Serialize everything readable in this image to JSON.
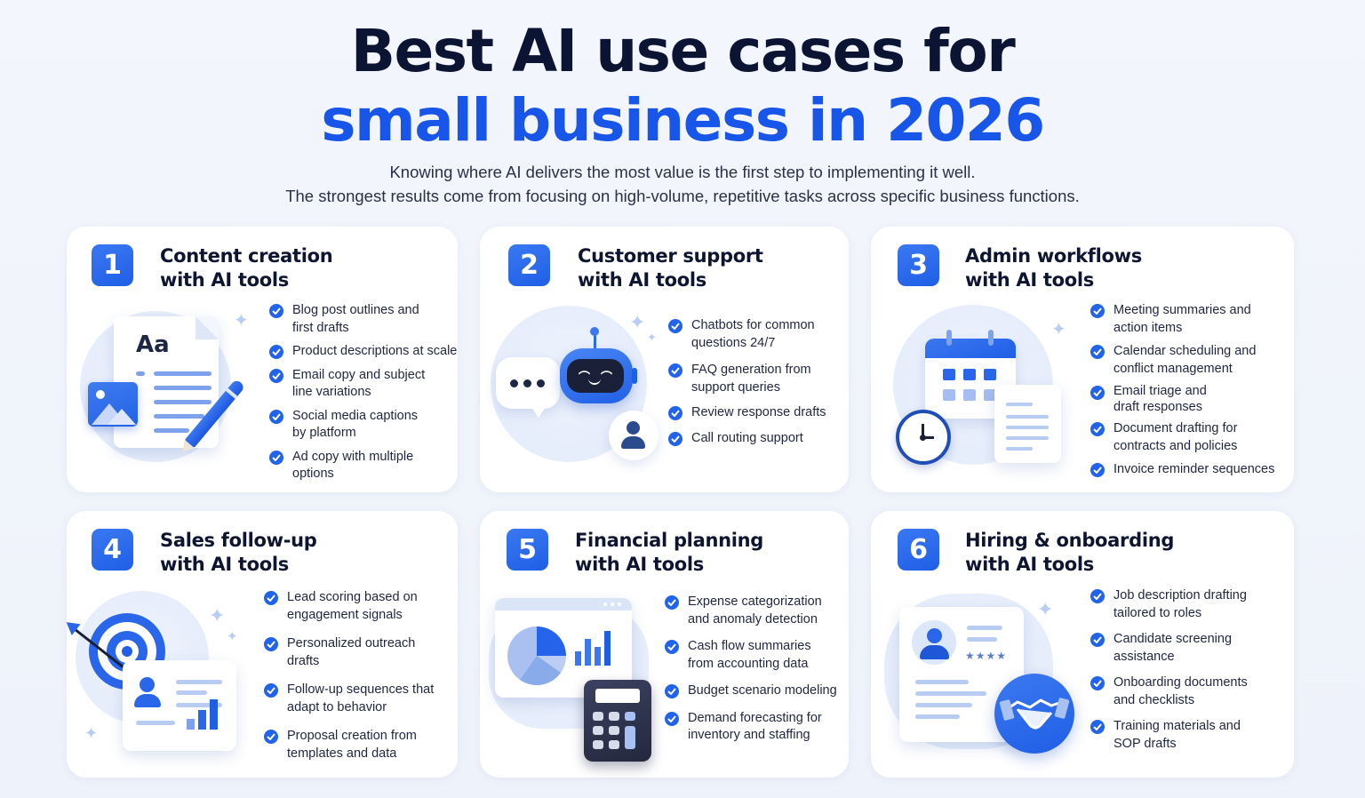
{
  "header": {
    "title_line1": "Best AI use cases for",
    "title_line2": "small business in 2026",
    "subtitle_line1": "Knowing where AI delivers the most value is the first step to implementing it well.",
    "subtitle_line2": "The strongest results come from focusing on high-volume, repetitive tasks across specific business functions."
  },
  "colors": {
    "accent_blue": "#1756e8",
    "title_dark": "#0c1433",
    "card_bg": "#ffffff",
    "page_bg": "#f3f6fc"
  },
  "cards": [
    {
      "number": "1",
      "title_line1": "Content creation",
      "title_line2": "with AI tools",
      "icon": "document-pencil-image-icon",
      "illustration_text": "Aa",
      "items": [
        {
          "line1": "Blog post outlines and",
          "line2": "first drafts"
        },
        {
          "line1": "Product descriptions at scale",
          "line2": ""
        },
        {
          "line1": "Email copy and subject",
          "line2": "line variations"
        },
        {
          "line1": "Social media captions",
          "line2": "by platform"
        },
        {
          "line1": "Ad copy with multiple",
          "line2": "options"
        }
      ]
    },
    {
      "number": "2",
      "title_line1": "Customer support",
      "title_line2": "with AI tools",
      "icon": "chatbot-robot-icon",
      "items": [
        {
          "line1": "Chatbots for common",
          "line2": "questions 24/7"
        },
        {
          "line1": "FAQ generation from",
          "line2": "support queries"
        },
        {
          "line1": "Review response drafts",
          "line2": ""
        },
        {
          "line1": "Call routing support",
          "line2": ""
        }
      ]
    },
    {
      "number": "3",
      "title_line1": "Admin workflows",
      "title_line2": "with AI tools",
      "icon": "calendar-clock-document-icon",
      "items": [
        {
          "line1": "Meeting summaries and",
          "line2": "action items"
        },
        {
          "line1": "Calendar scheduling and",
          "line2": "conflict management"
        },
        {
          "line1": "Email triage and",
          "line2": "draft responses"
        },
        {
          "line1": "Document drafting for",
          "line2": "contracts and policies"
        },
        {
          "line1": "Invoice reminder sequences",
          "line2": ""
        }
      ]
    },
    {
      "number": "4",
      "title_line1": "Sales follow-up",
      "title_line2": "with AI tools",
      "icon": "target-profile-chart-icon",
      "items": [
        {
          "line1": "Lead scoring based on",
          "line2": "engagement signals"
        },
        {
          "line1": "Personalized outreach",
          "line2": "drafts"
        },
        {
          "line1": "Follow-up sequences that",
          "line2": "adapt to behavior"
        },
        {
          "line1": "Proposal creation from",
          "line2": "templates and data"
        }
      ]
    },
    {
      "number": "5",
      "title_line1": "Financial planning",
      "title_line2": "with AI tools",
      "icon": "dashboard-calculator-icon",
      "items": [
        {
          "line1": "Expense categorization",
          "line2": "and anomaly detection"
        },
        {
          "line1": "Cash flow summaries",
          "line2": "from accounting data"
        },
        {
          "line1": "Budget scenario modeling",
          "line2": ""
        },
        {
          "line1": "Demand forecasting for",
          "line2": "inventory and staffing"
        }
      ]
    },
    {
      "number": "6",
      "title_line1": "Hiring & onboarding",
      "title_line2": "with AI tools",
      "icon": "resume-handshake-icon",
      "illustration_rating": "★★★★",
      "items": [
        {
          "line1": "Job description drafting",
          "line2": "tailored to roles"
        },
        {
          "line1": "Candidate screening",
          "line2": "assistance"
        },
        {
          "line1": "Onboarding documents",
          "line2": "and checklists"
        },
        {
          "line1": "Training materials and",
          "line2": "SOP drafts"
        }
      ]
    }
  ]
}
